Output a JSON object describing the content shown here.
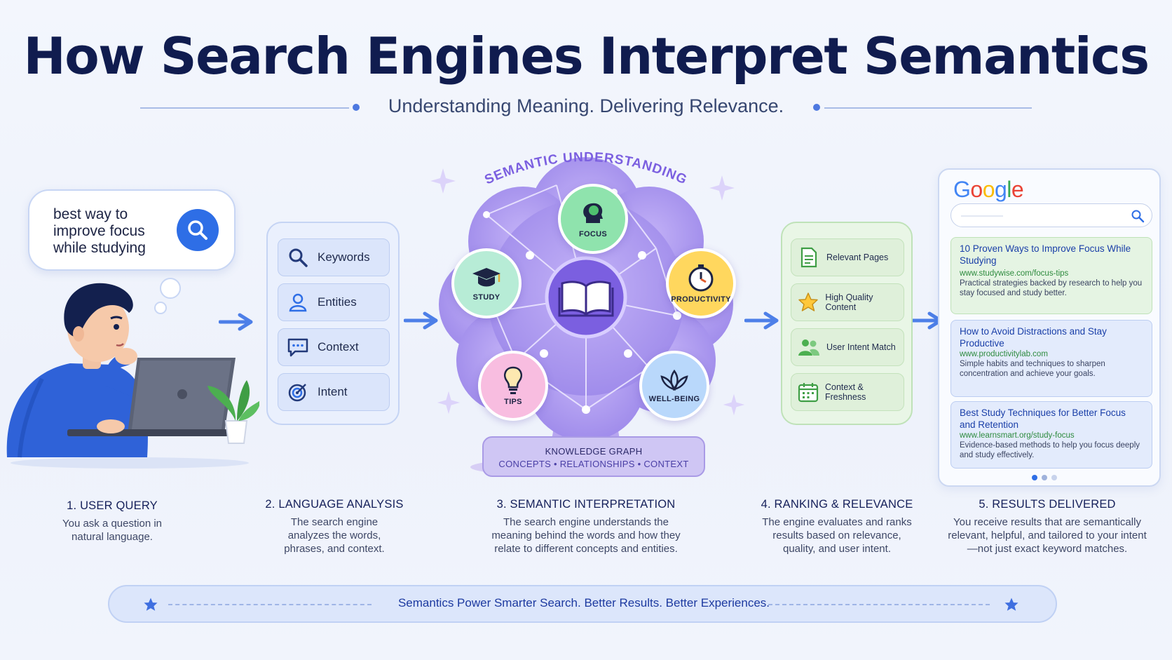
{
  "title": "How Search Engines Interpret Semantics",
  "subtitle": "Understanding Meaning. Delivering Relevance.",
  "query": {
    "text": "best way to improve focus while studying",
    "icon": "search-icon"
  },
  "language_analysis": {
    "items": [
      {
        "label": "Keywords",
        "icon": "magnifier-icon"
      },
      {
        "label": "Entities",
        "icon": "person-icon"
      },
      {
        "label": "Context",
        "icon": "chat-bubble-icon"
      },
      {
        "label": "Intent",
        "icon": "target-icon"
      }
    ]
  },
  "semantic": {
    "arc_label": "SEMANTIC UNDERSTANDING",
    "concepts": [
      {
        "label": "FOCUS",
        "color": "#8fe3ad"
      },
      {
        "label": "STUDY",
        "color": "#b7ecd6"
      },
      {
        "label": "PRODUCTIVITY",
        "color": "#ffd75e"
      },
      {
        "label": "TIPS",
        "color": "#f8bde0"
      },
      {
        "label": "WELL-BEING",
        "color": "#b9d8fb"
      }
    ],
    "knowledge_graph": {
      "title": "KNOWLEDGE GRAPH",
      "subtitle": "CONCEPTS • RELATIONSHIPS • CONTEXT"
    }
  },
  "ranking": {
    "items": [
      {
        "label": "Relevant Pages",
        "icon": "document-icon"
      },
      {
        "label": "High Quality Content",
        "icon": "star-icon"
      },
      {
        "label": "User Intent Match",
        "icon": "users-icon"
      },
      {
        "label": "Context & Freshness",
        "icon": "calendar-icon"
      }
    ]
  },
  "results": {
    "brand": "Google",
    "items": [
      {
        "title": "10 Proven Ways to Improve Focus While Studying",
        "url": "www.studywise.com/focus-tips",
        "desc": "Practical strategies backed by research to help you stay focused and study better."
      },
      {
        "title": "How to Avoid Distractions and Stay Productive",
        "url": "www.productivitylab.com",
        "desc": "Simple habits and techniques to sharpen concentration and achieve your goals."
      },
      {
        "title": "Best Study Techniques for Better Focus and Retention",
        "url": "www.learnsmart.org/study-focus",
        "desc": "Evidence-based methods to help you focus deeply and study effectively."
      }
    ]
  },
  "steps": [
    {
      "title": "1. USER QUERY",
      "desc": "You ask a question in natural language."
    },
    {
      "title": "2. LANGUAGE ANALYSIS",
      "desc": "The search engine analyzes the words, phrases, and context."
    },
    {
      "title": "3. SEMANTIC INTERPRETATION",
      "desc": "The search engine understands the meaning behind the words and how they relate to different concepts and entities."
    },
    {
      "title": "4. RANKING & RELEVANCE",
      "desc": "The engine evaluates and ranks results based on relevance, quality, and user intent."
    },
    {
      "title": "5. RESULTS DELIVERED",
      "desc": "You receive results that are semantically relevant, helpful, and tailored to your intent—not just exact keyword matches."
    }
  ],
  "footer": "Semantics Power Smarter Search. Better Results. Better Experiences.",
  "colors": {
    "accent": "#2e6ee6",
    "title": "#101c4f",
    "purple": "#8b74e0",
    "green_panel": "#e9f6e6"
  }
}
